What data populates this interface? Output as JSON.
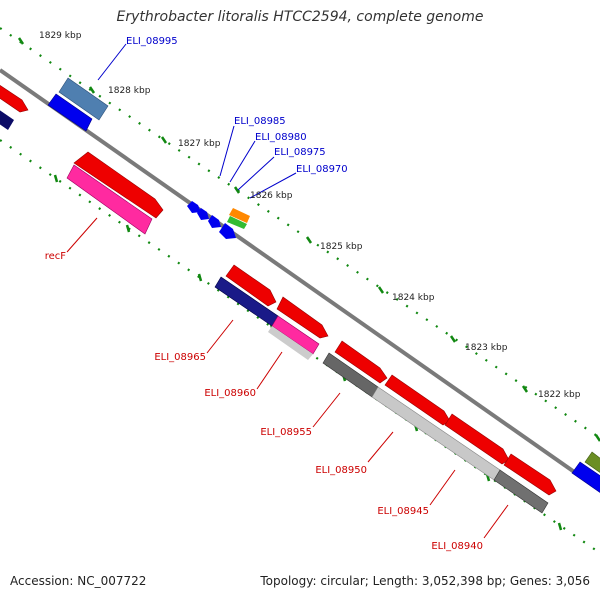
{
  "title": "Erythrobacter litoralis HTCC2594, complete genome",
  "footer": {
    "accession": "Accession: NC_007722",
    "topology": "Topology: circular; Length: 3,052,398 bp; Genes: 3,056"
  },
  "ruler": {
    "ticks": [
      {
        "label": "1829 kbp"
      },
      {
        "label": "1828 kbp"
      },
      {
        "label": "1827 kbp"
      },
      {
        "label": "1826 kbp"
      },
      {
        "label": "1825 kbp"
      },
      {
        "label": "1824 kbp"
      },
      {
        "label": "1823 kbp"
      },
      {
        "label": "1822 kbp"
      }
    ]
  },
  "gene_labels": {
    "top": [
      "ELI_08995",
      "ELI_08985",
      "ELI_08980",
      "ELI_08975",
      "ELI_08970"
    ],
    "bottom": [
      "recF",
      "ELI_08965",
      "ELI_08960",
      "ELI_08955",
      "ELI_08950",
      "ELI_08945",
      "ELI_08940"
    ]
  },
  "colors": {
    "top_label": "#0000cc",
    "bottom_label": "#cc0000",
    "ruler_green": "#118811",
    "backbone": "#777777"
  }
}
